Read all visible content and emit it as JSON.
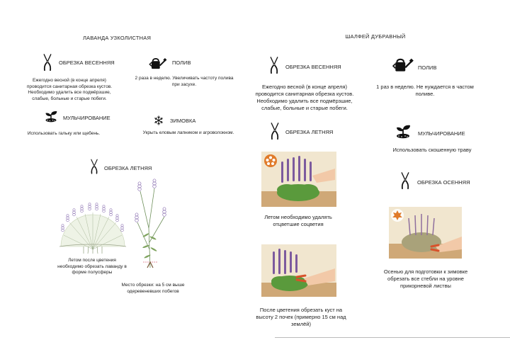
{
  "left": {
    "title": "ЛАВАНДА УЗКОЛИСТНАЯ",
    "spring_pruning": {
      "label": "ОБРЕЗКА ВЕСЕННЯЯ",
      "text": "Ежегодно весной (в конце апреля) проводится санитарная обрезка кустов. Необходимо удалить все подмёрзшие, слабые, больные и старые побеги.",
      "icon": "pruning-shears-icon"
    },
    "watering": {
      "label": "ПОЛИВ",
      "text": "2 раза в неделю. Увеличивать частоту полива при засухе.",
      "icon": "watering-can-icon"
    },
    "mulching": {
      "label": "МУЛЬЧИРОВАНИЕ",
      "text": "Использовать гальку или щебень.",
      "icon": "sprout-icon"
    },
    "wintering": {
      "label": "ЗИМОВКА",
      "text": "Укрыть еловым лапником и агроволокном.",
      "icon": "snowflake-icon"
    },
    "summer_pruning": {
      "label": "ОБРЕЗКА ЛЕТНЯЯ",
      "caption_bush": "Летом после цветения необходимо обрезать лаванду в форме полусферы",
      "caption_stem": "Место обрезки: на 5 см выше одеревеневших побегов",
      "icon": "pruning-shears-icon"
    }
  },
  "right": {
    "title": "ШАЛФЕЙ ДУБРАВНЫЙ",
    "spring_pruning": {
      "label": "ОБРЕЗКА ВЕСЕННЯЯ",
      "text": "Ежегодно весной (в конце апреля) проводится санитарная обрезка кустов. Необходимо удалить все подмёрзшие, слабые, больные и старые побеги.",
      "icon": "pruning-shears-icon"
    },
    "watering": {
      "label": "ПОЛИВ",
      "text": "1 раз в неделю. Не нуждается в частом поливе.",
      "icon": "watering-can-icon"
    },
    "summer_pruning": {
      "label": "ОБРЕЗКА ЛЕТНЯЯ",
      "caption_1": "Летом необходимо удалять отцветшие соцветия",
      "caption_2": "После цветения обрезать куст на высоту 2 почек (примерно 15 см над землёй)",
      "icon": "pruning-shears-icon"
    },
    "mulching": {
      "label": "МУЛЬЧИРОВАНИЕ",
      "text": "Использовать скошенную траву",
      "icon": "sprout-icon"
    },
    "autumn_pruning": {
      "label": "ОБРЕЗКА ОСЕННЯЯ",
      "caption": "Осенью для подготовки к зимовке обрезать все стебли на уровне прикорневой листвы",
      "icon": "pruning-shears-icon"
    }
  },
  "colors": {
    "lavender": "#8a6fb0",
    "leaf": "#5a9a3c",
    "photo_bg": "#f1e6cf",
    "shears_handle": "#d8522b",
    "autumn_leaf": "#e07b2a"
  }
}
